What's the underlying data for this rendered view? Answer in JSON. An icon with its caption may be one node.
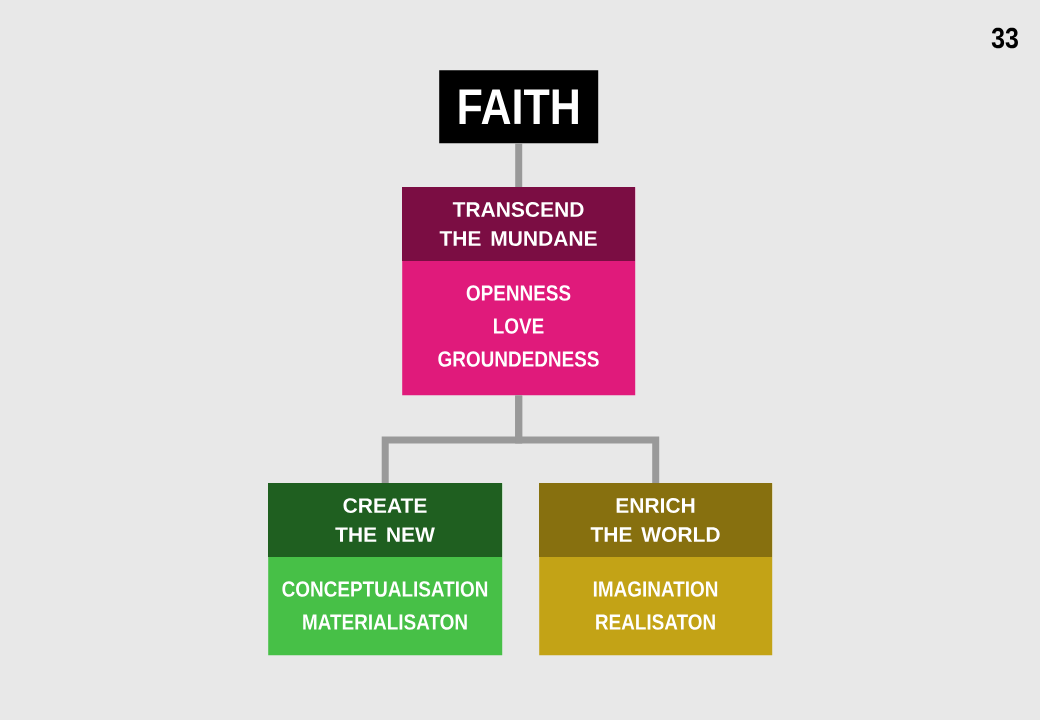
{
  "diagram": {
    "nodes": [
      {
        "text": [
          "FAITH"
        ]
      },
      {
        "text": [
          "TRANSCEND THE MUNDANE",
          "OPENNESS",
          "LOVE",
          "GROUNDEDNESS"
        ]
      },
      {
        "text": [
          "CREATE THE NEW",
          "CONCEPTUALISATION",
          "MATERIALISATON"
        ]
      },
      {
        "text": [
          "ENRICH THE WORLD",
          "IMAGINATION",
          "REALISATON"
        ]
      }
    ],
    "edges": [
      {
        "from": 0,
        "to": 1,
        "arrow": "none"
      },
      {
        "from": 1,
        "to": 2,
        "arrow": "none"
      },
      {
        "from": 1,
        "to": 3,
        "arrow": "none"
      }
    ],
    "labels": [
      "33"
    ]
  }
}
